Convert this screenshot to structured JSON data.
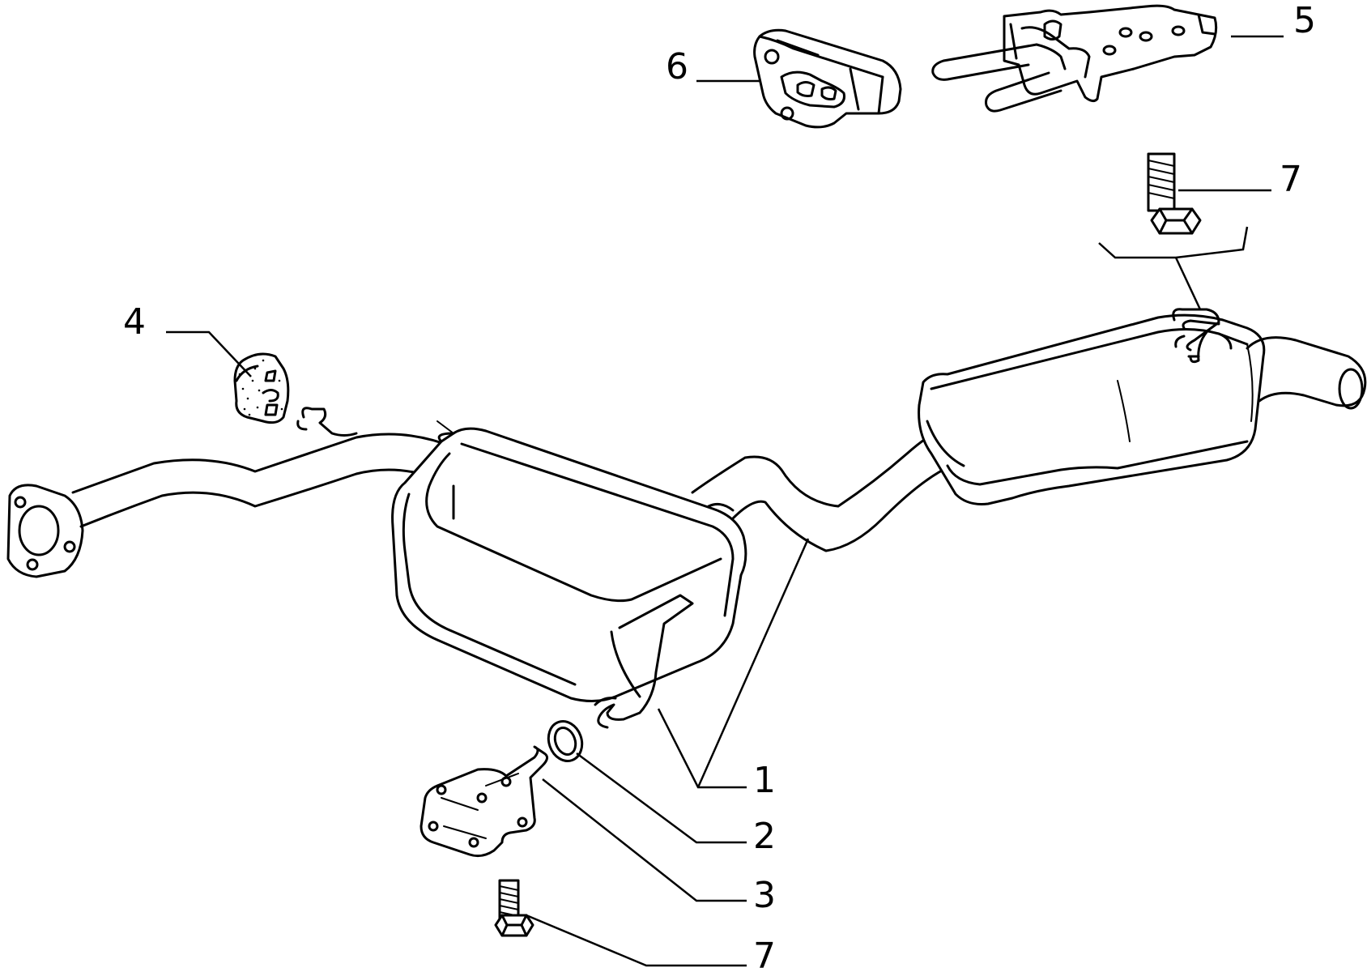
{
  "callouts": [
    {
      "id": "c1",
      "label": "1",
      "part": "exhaust-assembly"
    },
    {
      "id": "c2",
      "label": "2",
      "part": "gasket-ring"
    },
    {
      "id": "c3",
      "label": "3",
      "part": "mounting-bracket"
    },
    {
      "id": "c4",
      "label": "4",
      "part": "rubber-mount"
    },
    {
      "id": "c5",
      "label": "5",
      "part": "hanger-bracket"
    },
    {
      "id": "c6",
      "label": "6",
      "part": "rubber-hanger"
    },
    {
      "id": "c7a",
      "label": "7",
      "part": "bolt"
    },
    {
      "id": "c7b",
      "label": "7",
      "part": "bolt"
    }
  ]
}
